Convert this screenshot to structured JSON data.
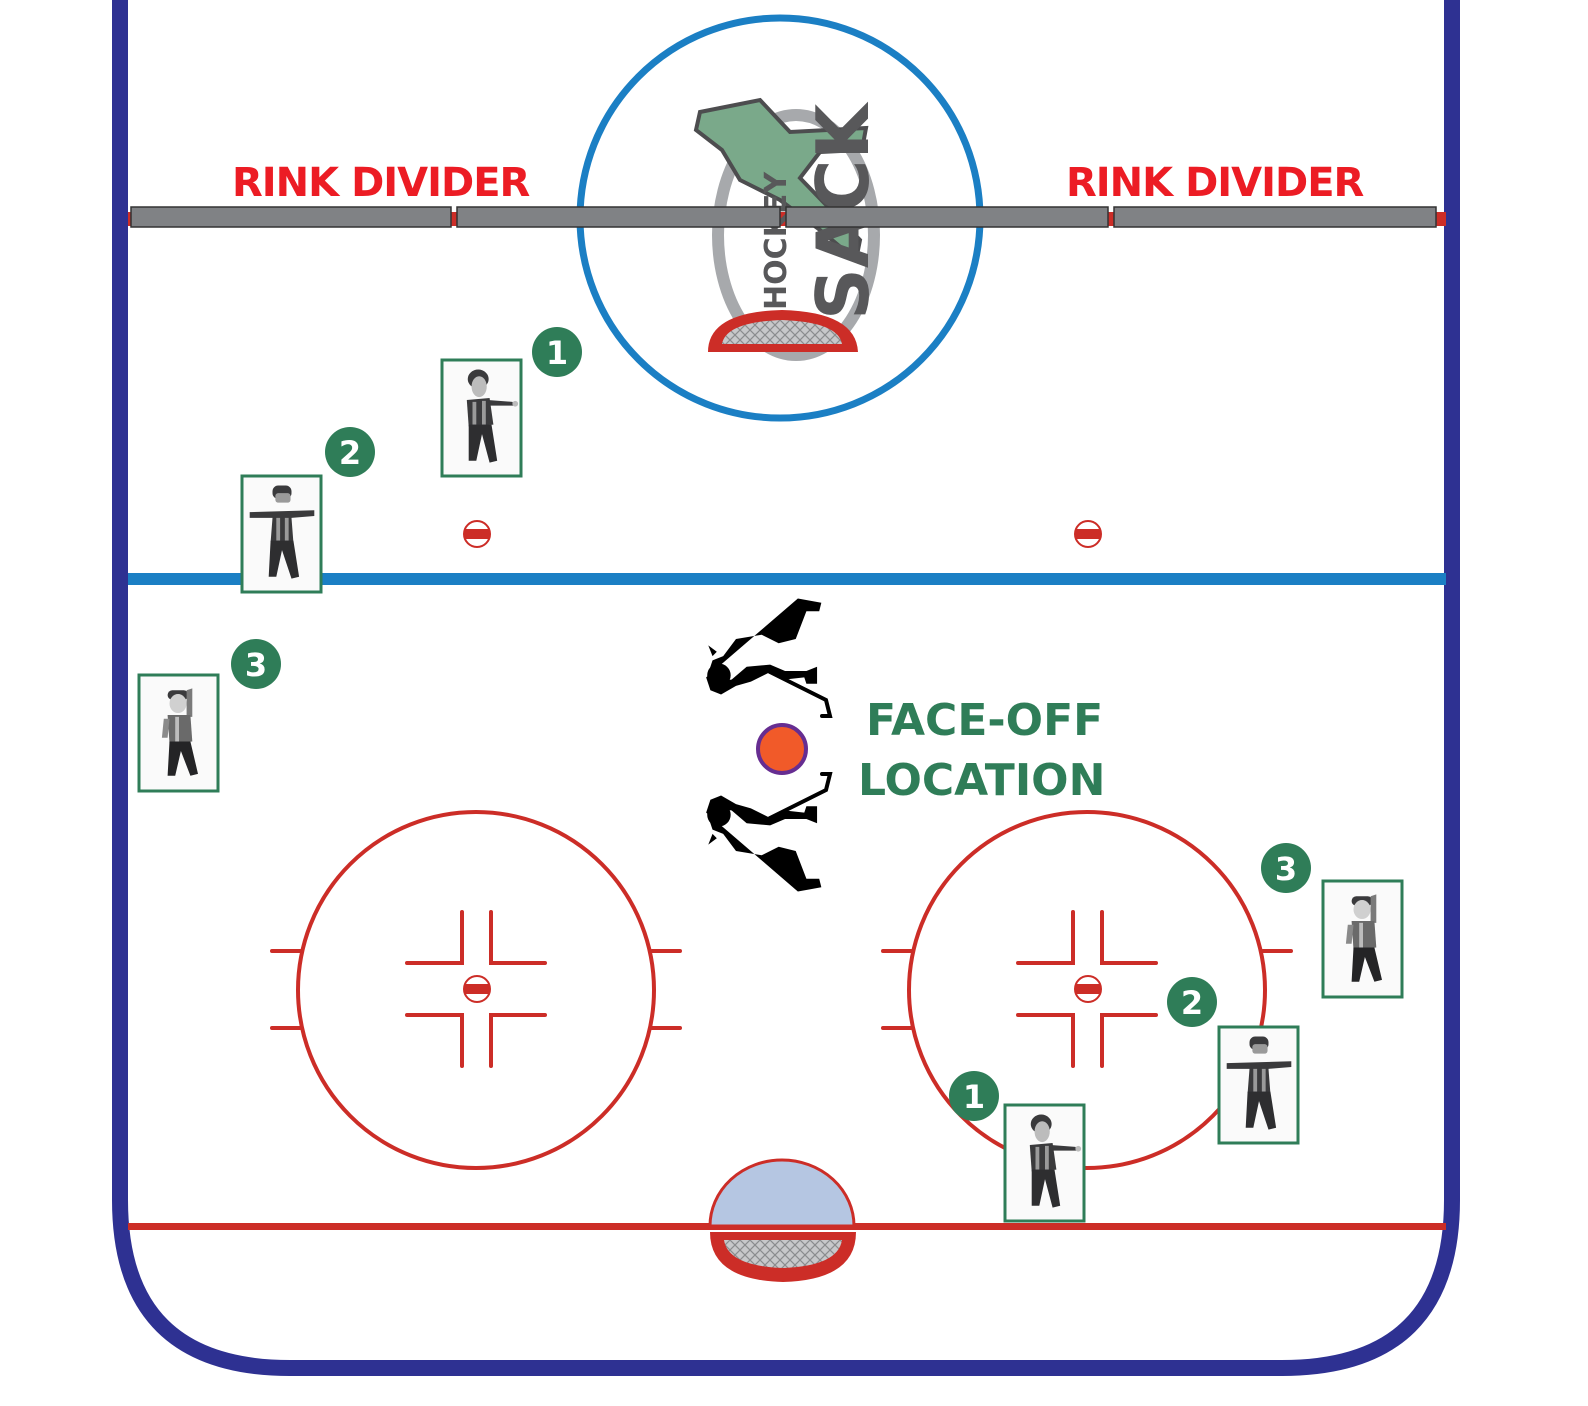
{
  "diagram": {
    "title": "Hockey rink official positioning diagram",
    "labels": {
      "divider_left": "RINK DIVIDER",
      "divider_right": "RINK DIVIDER",
      "faceoff_line1": "FACE-OFF",
      "faceoff_line2": "LOCATION"
    },
    "logo": {
      "word1": "HOCKEY",
      "word2": "SACK"
    },
    "badges": {
      "left_1": "1",
      "left_2": "2",
      "left_3": "3",
      "right_1": "1",
      "right_2": "2",
      "right_3": "3"
    },
    "colors": {
      "boards": "#2e3192",
      "blue_line": "#1b7fc4",
      "red_line": "#cc2d27",
      "divider_label": "#ec1c24",
      "divider_panel": "#808285",
      "badge": "#2f7d58",
      "faceoff_label": "#2f7d58",
      "puck_fill": "#f15a29",
      "puck_ring": "#662d91",
      "crease": "#b5c6e2",
      "logo_green": "#7aa98a",
      "logo_dark": "#58585a"
    }
  }
}
